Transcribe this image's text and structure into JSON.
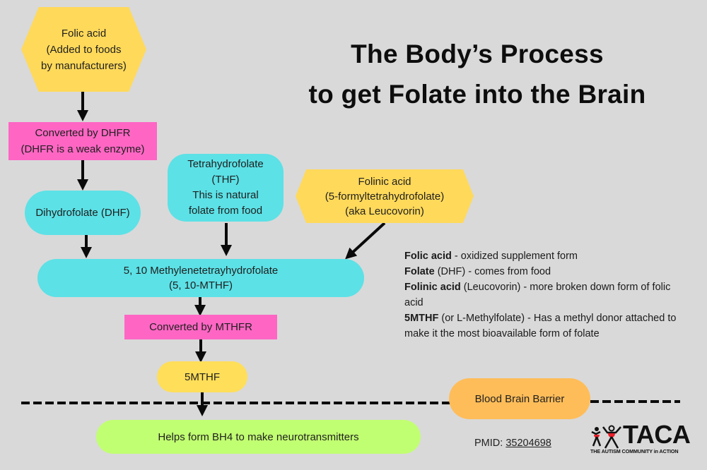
{
  "title": "The Body’s Process\nto get Folate into the Brain",
  "nodes": {
    "folic_acid": "Folic acid\n(Added to foods\nby manufacturers)",
    "dhfr": "Converted by DHFR\n(DHFR is a weak enzyme)",
    "dhf": "Dihydrofolate (DHF)",
    "thf": "Tetrahydrofolate\n(THF)\nThis is natural\nfolate from food",
    "folinic_acid": "Folinic acid\n(5-formyltetrahydrofolate)\n(aka Leucovorin)",
    "methylene_thf": "5, 10 Methylenetetrayhydrofolate\n(5, 10-MTHF)",
    "mthfr": "Converted by MTHFR",
    "five_mthf": "5MTHF",
    "blood_brain_barrier": "Blood Brain Barrier",
    "bh4": "Helps form BH4 to make neurotransmitters"
  },
  "legend": [
    {
      "term": "Folic acid",
      "desc": " - oxidized supplement form"
    },
    {
      "term": "Folate",
      "desc": " (DHF) - comes from food"
    },
    {
      "term": "Folinic acid",
      "desc": " (Leucovorin) - more broken down form of folic acid"
    },
    {
      "term": "5MTHF",
      "desc": " (or L-Methylfolate) - Has a methyl donor attached to make it the most bioavailable form of folate"
    }
  ],
  "citation": {
    "label": "PMID: ",
    "id": "35204698"
  },
  "logo": {
    "name": "TACA",
    "tagline": "THE AUTISM COMMUNITY in ACTION"
  },
  "colors": {
    "background": "#d9d9d9",
    "hexagon_yellow": "#ffd95a",
    "enzyme_pink": "#ff66c4",
    "folate_cyan": "#5ce1e6",
    "product_yellow": "#ffde59",
    "barrier_orange": "#ffbd59",
    "outcome_lime": "#c1ff72",
    "logo_red": "#e8202a"
  }
}
